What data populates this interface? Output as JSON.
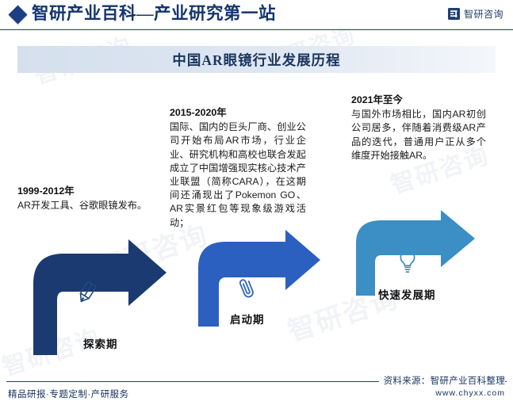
{
  "header": {
    "title": "智研产业百科—产业研究第一站",
    "brand": "智研咨询",
    "diamond_icon": "diamond-icon",
    "logo_icon": "zhiyan-logo-icon"
  },
  "banner": {
    "title": "中国AR眼镜行业发展历程"
  },
  "colors": {
    "header_rule": "#1f3f74",
    "diamond": "#1b3f85",
    "banner_start": "#d5e0ee",
    "banner_end": "#f4f7fb",
    "arrow_1": "#1b3a72",
    "arrow_2": "#2b5fc0",
    "arrow_3": "#3b8fc4",
    "text": "#1a1a1a",
    "footer_text": "#16325c"
  },
  "timeline": [
    {
      "period": "1999-2012年",
      "description": "AR开发工具、谷歌眼镜发布。",
      "stage_label": "探索期",
      "icon": "pencil-icon",
      "color": "#1b3a72"
    },
    {
      "period": "2015-2020年",
      "description": "国际、国内的巨头厂商、创业公司开始布局AR市场，行业企业、研究机构和高校也联合发起成立了中国增强现实核心技术产业联盟（简称CARA），在这期间还涌现出了Pokemon GO、AR实景红包等现象级游戏活动；",
      "stage_label": "启动期",
      "icon": "paperclip-icon",
      "color": "#2b5fc0"
    },
    {
      "period": "2021年至今",
      "description": "与国外市场相比，国内AR初创公司居多，伴随着消费级AR产品的迭代，普通用户正从多个维度开始接触AR。",
      "stage_label": "快速发展期",
      "icon": "lightbulb-icon",
      "color": "#3b8fc4"
    }
  ],
  "watermarks": [
    "智研咨询",
    "智研咨询",
    "智研咨询",
    "智研咨询",
    "智研咨询",
    "智研咨询"
  ],
  "footer": {
    "services": "精品研报·专题定制·产研服务",
    "source": "资料来源：智研产业百科整理",
    "url": "www.chyxx.com"
  }
}
